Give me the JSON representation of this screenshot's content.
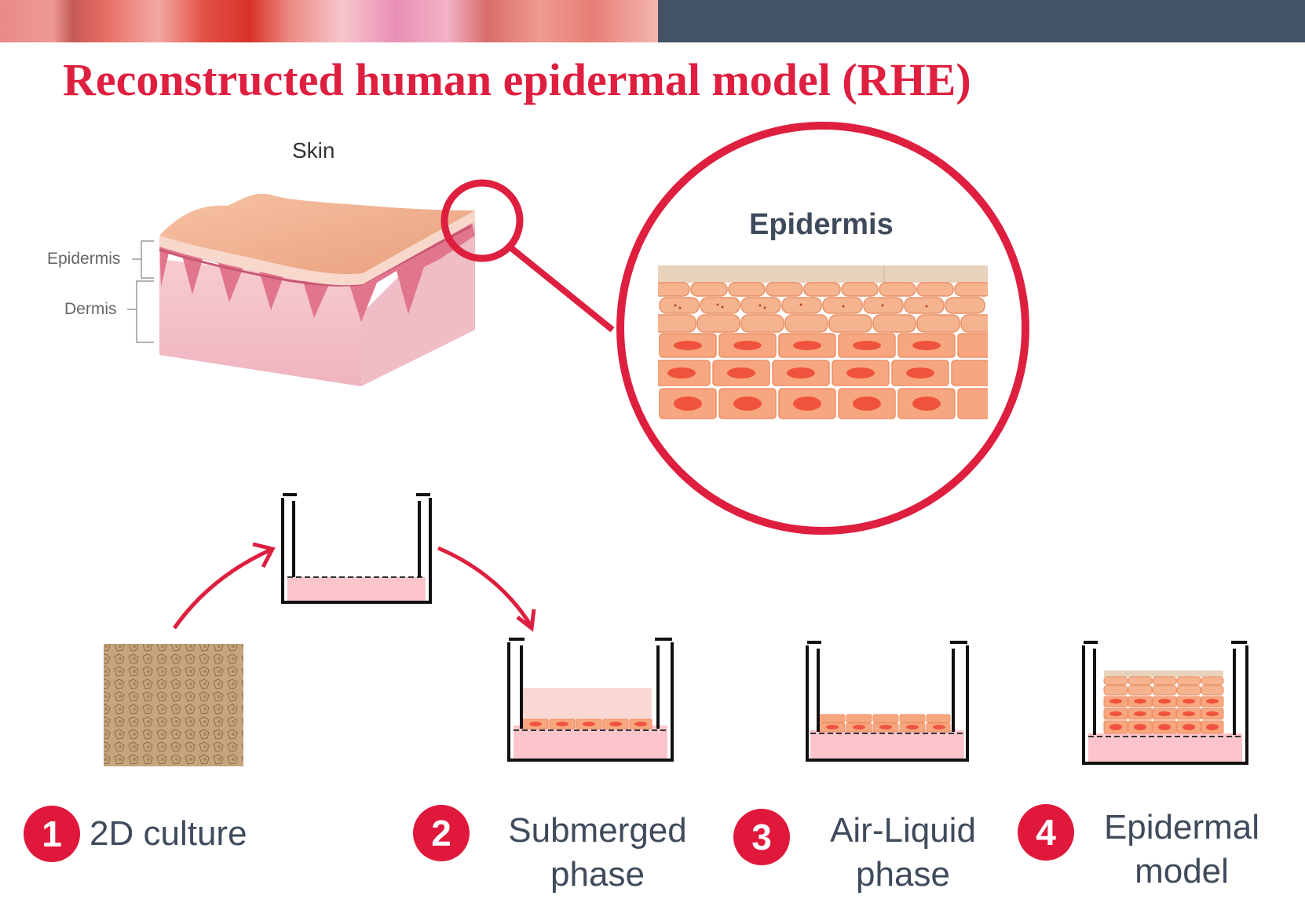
{
  "title": "Reconstructed human epidermal model (RHE)",
  "skin": {
    "label": "Skin",
    "epidermis_label": "Epidermis",
    "dermis_label": "Dermis"
  },
  "zoom": {
    "title": "Epidermis"
  },
  "colors": {
    "accent": "#de1f3f",
    "badge": "#e0183c",
    "header_dark": "#435264",
    "text_dark": "#3f4b5c",
    "medium_pink": "#fcc7cc",
    "cell_orange": "#f7a77f",
    "nucleus": "#f0533d"
  },
  "steps": [
    {
      "number": "1",
      "line1": "2D culture",
      "line2": ""
    },
    {
      "number": "2",
      "line1": "Submerged",
      "line2": "phase"
    },
    {
      "number": "3",
      "line1": "Air-Liquid",
      "line2": "phase"
    },
    {
      "number": "4",
      "line1": "Epidermal",
      "line2": "model"
    }
  ]
}
